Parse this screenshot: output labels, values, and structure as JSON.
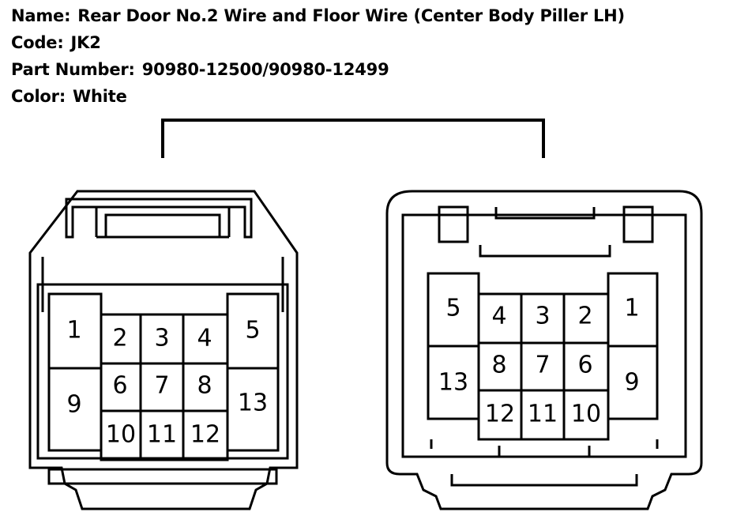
{
  "header": {
    "name_label": "Name:",
    "name_value": "Rear Door No.2 Wire and Floor Wire (Center Body Piller LH)",
    "code_label": "Code:",
    "code_value": "JK2",
    "part_label": "Part Number:",
    "part_value": "90980-12500/90980-12499",
    "color_label": "Color:",
    "color_value": "White"
  },
  "left_connector": {
    "pins": [
      "1",
      "2",
      "3",
      "4",
      "5",
      "6",
      "7",
      "8",
      "9",
      "10",
      "11",
      "12",
      "13"
    ]
  },
  "right_connector": {
    "pins": [
      "1",
      "2",
      "3",
      "4",
      "5",
      "6",
      "7",
      "8",
      "9",
      "10",
      "11",
      "12",
      "13"
    ]
  }
}
